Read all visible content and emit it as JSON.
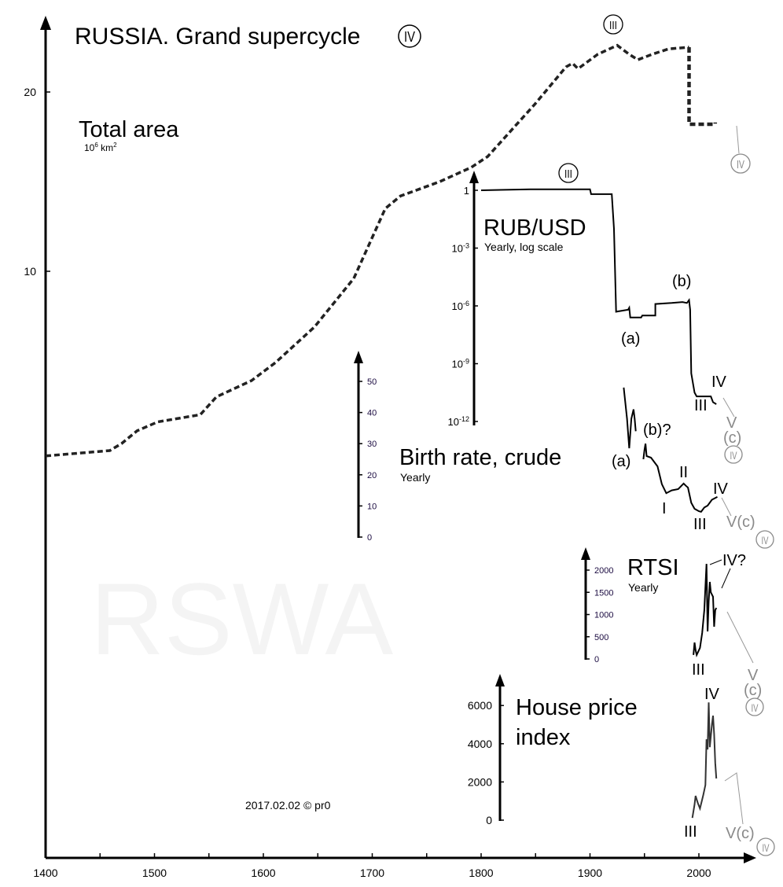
{
  "chart_data": {
    "type": "line",
    "title": "RUSSIA. Grand supercycle",
    "title_circled": "IV",
    "credit": "2017.02.02 © pr0",
    "watermark": "RSWA",
    "x_axis": {
      "range": [
        1400,
        2030
      ],
      "ticks": [
        1400,
        1450,
        1500,
        1550,
        1600,
        1650,
        1700,
        1750,
        1800,
        1850,
        1900,
        1950,
        2000
      ],
      "labels": [
        "1400",
        "1500",
        "1600",
        "1700",
        "1800",
        "1900",
        "2000"
      ]
    },
    "series": [
      {
        "name": "Total area",
        "unit_base": "10",
        "unit_exp": "6",
        "unit_suffix": " km",
        "unit_sq": "2",
        "y_ticks": [
          {
            "v": 10,
            "label": "10"
          },
          {
            "v": 20,
            "label": "20"
          }
        ],
        "points": [
          [
            1400,
            -0.3
          ],
          [
            1459,
            0
          ],
          [
            1470,
            0.4
          ],
          [
            1484,
            1.1
          ],
          [
            1503,
            1.6
          ],
          [
            1542,
            2.0
          ],
          [
            1557,
            3.0
          ],
          [
            1589,
            3.9
          ],
          [
            1611,
            4.9
          ],
          [
            1647,
            6.9
          ],
          [
            1683,
            9.6
          ],
          [
            1712,
            13.5
          ],
          [
            1726,
            14.2
          ],
          [
            1762,
            15.0
          ],
          [
            1791,
            15.8
          ],
          [
            1806,
            16.4
          ],
          [
            1849,
            19.3
          ],
          [
            1878,
            21.4
          ],
          [
            1884,
            21.6
          ],
          [
            1889,
            21.3
          ],
          [
            1907,
            22.1
          ],
          [
            1925,
            22.6
          ],
          [
            1936,
            22.1
          ],
          [
            1944,
            21.8
          ],
          [
            1957,
            22.1
          ],
          [
            1972,
            22.4
          ],
          [
            1991,
            22.5
          ]
        ],
        "points_after": [
          [
            1991,
            22.5
          ],
          [
            1991,
            18.2
          ],
          [
            2015,
            18.2
          ],
          [
            2015,
            18.3
          ]
        ],
        "waves": [
          {
            "label": "III",
            "circled": true
          },
          {
            "label": "IV",
            "circled": true,
            "projection": true
          }
        ]
      },
      {
        "name": "RUB/USD",
        "subtitle": "Yearly, log scale",
        "y_ticks": [
          {
            "v": 0,
            "label": "1",
            "sup": ""
          },
          {
            "v": -3,
            "label": "10",
            "sup": "-3"
          },
          {
            "v": -6,
            "label": "10",
            "sup": "-6"
          },
          {
            "v": -9,
            "label": "10",
            "sup": "-9"
          },
          {
            "v": -12,
            "label": "10",
            "sup": "-12"
          }
        ],
        "points_log10": [
          [
            1800,
            0
          ],
          [
            1845,
            0.05
          ],
          [
            1900,
            0.05
          ],
          [
            1901,
            -0.2
          ],
          [
            1920,
            -0.2
          ],
          [
            1922,
            -2
          ],
          [
            1924,
            -6.3
          ],
          [
            1935,
            -6.2
          ],
          [
            1936,
            -6.1
          ],
          [
            1937,
            -6.6
          ],
          [
            1947,
            -6.6
          ],
          [
            1948,
            -6.5
          ],
          [
            1960,
            -6.5
          ],
          [
            1960,
            -5.9
          ],
          [
            1975,
            -5.85
          ],
          [
            1985,
            -5.8
          ],
          [
            1989,
            -5.85
          ],
          [
            1991,
            -5.7
          ],
          [
            1992,
            -6.2
          ],
          [
            1993,
            -9.5
          ],
          [
            1996,
            -10.5
          ],
          [
            1998,
            -10.7
          ],
          [
            2005,
            -10.7
          ],
          [
            2011,
            -10.7
          ],
          [
            2013,
            -11.0
          ],
          [
            2016,
            -11.1
          ]
        ],
        "waves": [
          "III",
          "(a)",
          "(b)",
          "III",
          "IV",
          "V",
          "(c)",
          "IV"
        ]
      },
      {
        "name": "Birth rate, crude",
        "subtitle": "Yearly",
        "y_ticks": [
          0,
          10,
          20,
          30,
          40,
          50
        ],
        "segments": [
          [
            [
              1931,
              48
            ],
            [
              1934,
              38
            ],
            [
              1936,
              28.5
            ],
            [
              1938,
              38
            ],
            [
              1940,
              41
            ],
            [
              1941,
              38
            ],
            [
              1942,
              34
            ]
          ],
          [
            [
              1949,
              25
            ],
            [
              1950,
              28
            ],
            [
              1951,
              30
            ],
            [
              1952,
              26
            ],
            [
              1956,
              25.5
            ],
            [
              1962,
              22.7
            ],
            [
              1966,
              17
            ],
            [
              1970,
              14.1
            ],
            [
              1975,
              15
            ],
            [
              1981,
              15.4
            ],
            [
              1986,
              17.2
            ],
            [
              1988,
              16.5
            ],
            [
              1990,
              15.9
            ],
            [
              1993,
              11
            ],
            [
              1996,
              9.1
            ],
            [
              2000,
              8.3
            ],
            [
              2002,
              8.1
            ],
            [
              2005,
              9.5
            ],
            [
              2008,
              10.1
            ],
            [
              2012,
              12
            ],
            [
              2017,
              12.9
            ]
          ]
        ],
        "waves": [
          "(a)",
          "(b)?",
          "I",
          "II",
          "III",
          "IV",
          "V(c)",
          "IV"
        ]
      },
      {
        "name": "RTSI",
        "subtitle": "Yearly",
        "y_ticks": [
          0,
          500,
          1000,
          1500,
          2000
        ],
        "points": [
          [
            1995,
            90
          ],
          [
            1996,
            370
          ],
          [
            1997,
            200
          ],
          [
            1998,
            90
          ],
          [
            2001,
            250
          ],
          [
            2003,
            585
          ],
          [
            2005,
            1100
          ],
          [
            2007,
            2140
          ],
          [
            2008,
            620
          ],
          [
            2009,
            1300
          ],
          [
            2010,
            1735
          ],
          [
            2011,
            1500
          ],
          [
            2012,
            1450
          ],
          [
            2013,
            1400
          ],
          [
            2014,
            725
          ],
          [
            2015,
            1100
          ],
          [
            2016,
            1150
          ]
        ],
        "waves": [
          "III",
          "IV?",
          "V",
          "(c)",
          "IV"
        ]
      },
      {
        "name": "House price index",
        "name_line1": "House price",
        "name_line2": "index",
        "y_ticks": [
          0,
          2000,
          4000,
          6000
        ],
        "points": [
          [
            1994,
            120
          ],
          [
            1996,
            820
          ],
          [
            1997,
            1270
          ],
          [
            1999,
            900
          ],
          [
            2001,
            610
          ],
          [
            2004,
            1300
          ],
          [
            2006,
            1840
          ],
          [
            2007,
            4230
          ],
          [
            2008,
            3700
          ],
          [
            2009,
            6160
          ],
          [
            2010,
            3820
          ],
          [
            2012,
            5000
          ],
          [
            2013,
            5470
          ],
          [
            2014,
            4500
          ],
          [
            2015,
            3000
          ],
          [
            2016,
            2180
          ]
        ],
        "waves": [
          "III",
          "IV",
          "V(c)",
          "IV"
        ]
      }
    ]
  }
}
